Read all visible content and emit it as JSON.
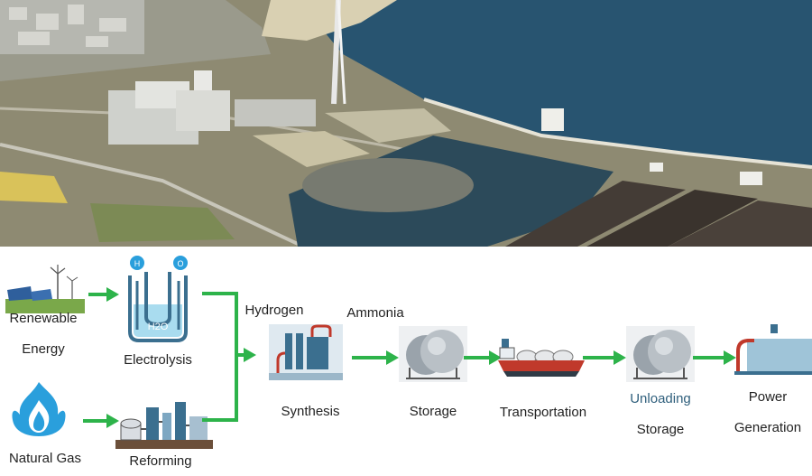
{
  "nodes": {
    "renewable": {
      "line1": "Renewable",
      "line2": "Energy"
    },
    "natural_gas": {
      "label": "Natural Gas"
    },
    "electrolysis": {
      "label": "Electrolysis",
      "formula": "H2O"
    },
    "reforming": {
      "label": "Reforming"
    },
    "synthesis": {
      "label": "Synthesis"
    },
    "storage": {
      "label": "Storage"
    },
    "transportation": {
      "label": "Transportation"
    },
    "unloading": {
      "line1": "Unloading",
      "line2": "Storage"
    },
    "power": {
      "line1": "Power",
      "line2": "Generation"
    }
  },
  "edge_labels": {
    "hydrogen": "Hydrogen",
    "ammonia": "Ammonia"
  },
  "colors": {
    "arrow": "#2db34a",
    "text": "#222222",
    "steel": "#3b6f8f",
    "red": "#c0392b",
    "water": "#2f5f7c"
  }
}
